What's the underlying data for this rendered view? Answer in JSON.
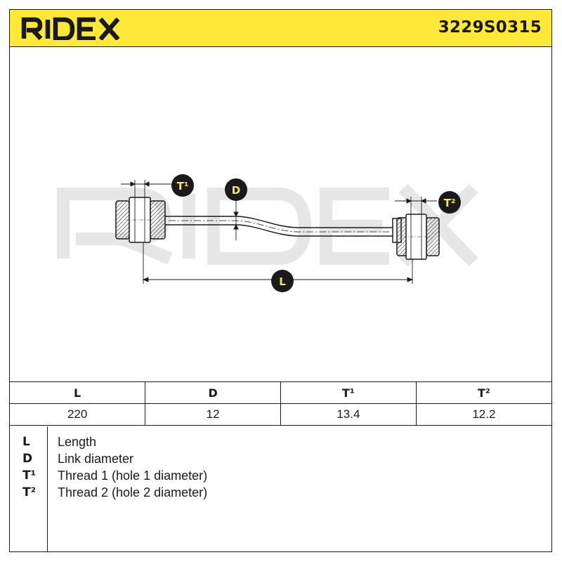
{
  "header": {
    "brand": "RIDEX",
    "part_number": "3229S0315",
    "background_color": "#ffe83a"
  },
  "diagram": {
    "watermark": "RIDEX",
    "badges": {
      "t1": "T¹",
      "d": "D",
      "t2": "T²",
      "l": "L"
    }
  },
  "table": {
    "headers": [
      "L",
      "D",
      "T¹",
      "T²"
    ],
    "values": [
      "220",
      "12",
      "13.4",
      "12.2"
    ]
  },
  "legend": [
    {
      "key": "L",
      "desc": "Length"
    },
    {
      "key": "D",
      "desc": "Link diameter"
    },
    {
      "key": "T¹",
      "desc": "Thread 1 (hole 1 diameter)"
    },
    {
      "key": "T²",
      "desc": "Thread 2 (hole 2 diameter)"
    }
  ]
}
